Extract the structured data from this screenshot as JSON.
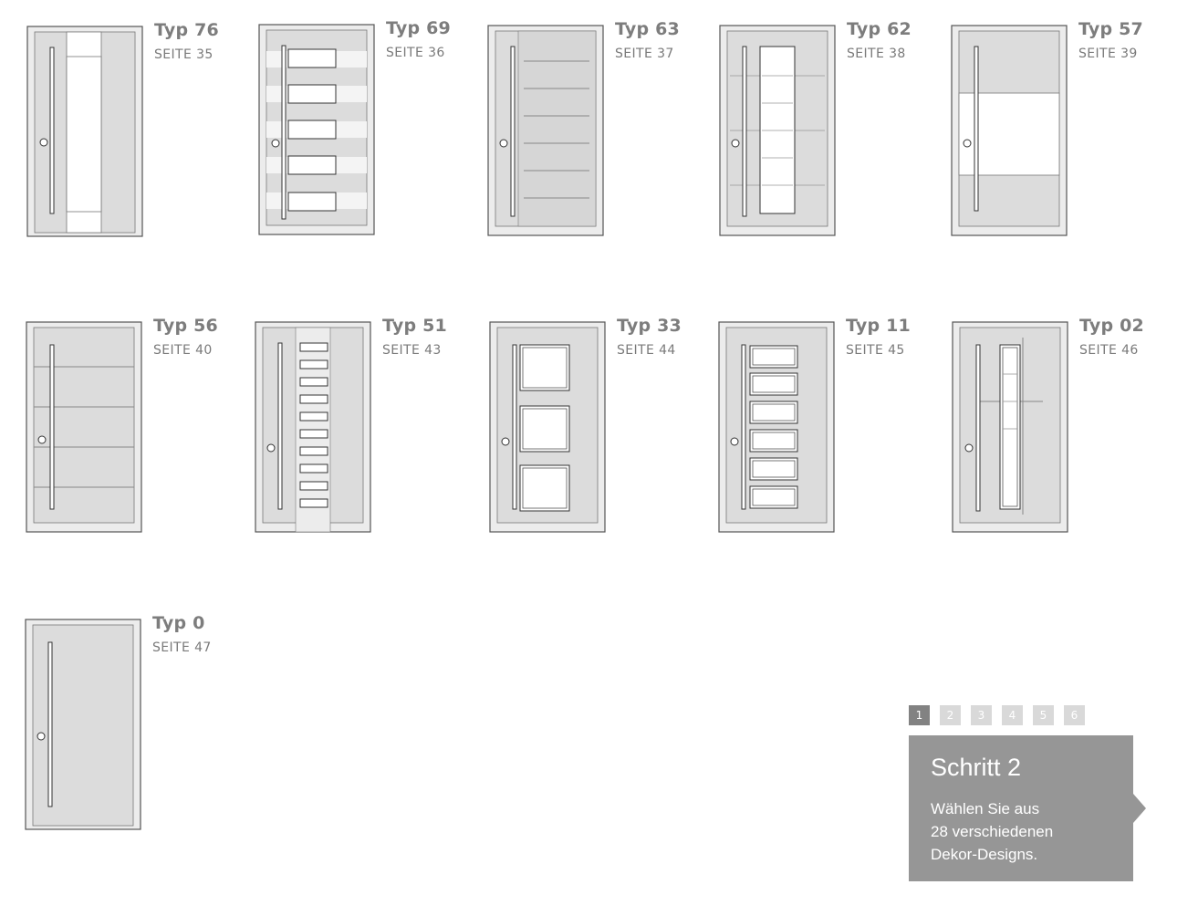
{
  "doors": [
    {
      "id": "typ76",
      "title": "Typ 76",
      "page": "SEITE 35"
    },
    {
      "id": "typ69",
      "title": "Typ 69",
      "page": "SEITE 36"
    },
    {
      "id": "typ63",
      "title": "Typ 63",
      "page": "SEITE 37"
    },
    {
      "id": "typ62",
      "title": "Typ 62",
      "page": "SEITE 38"
    },
    {
      "id": "typ57",
      "title": "Typ 57",
      "page": "SEITE 39"
    },
    {
      "id": "typ56",
      "title": "Typ 56",
      "page": "SEITE 40"
    },
    {
      "id": "typ51",
      "title": "Typ 51",
      "page": "SEITE 43"
    },
    {
      "id": "typ33",
      "title": "Typ 33",
      "page": "SEITE 44"
    },
    {
      "id": "typ11",
      "title": "Typ 11",
      "page": "SEITE 45"
    },
    {
      "id": "typ02",
      "title": "Typ 02",
      "page": "SEITE 46"
    },
    {
      "id": "typ0",
      "title": "Typ 0",
      "page": "SEITE 47"
    }
  ],
  "steps": [
    "1",
    "2",
    "3",
    "4",
    "5",
    "6"
  ],
  "active_step": "1",
  "callout": {
    "title": "Schritt 2",
    "lines": [
      "Wählen Sie aus",
      "28 verschiedenen",
      "Dekor-Designs."
    ]
  },
  "colors": {
    "door_fill": "#dcdcdc",
    "frame_fill": "#ececec",
    "stroke": "#555555",
    "callout": "#969696",
    "step_active": "#828282",
    "step_inactive": "#d9d9d9"
  }
}
